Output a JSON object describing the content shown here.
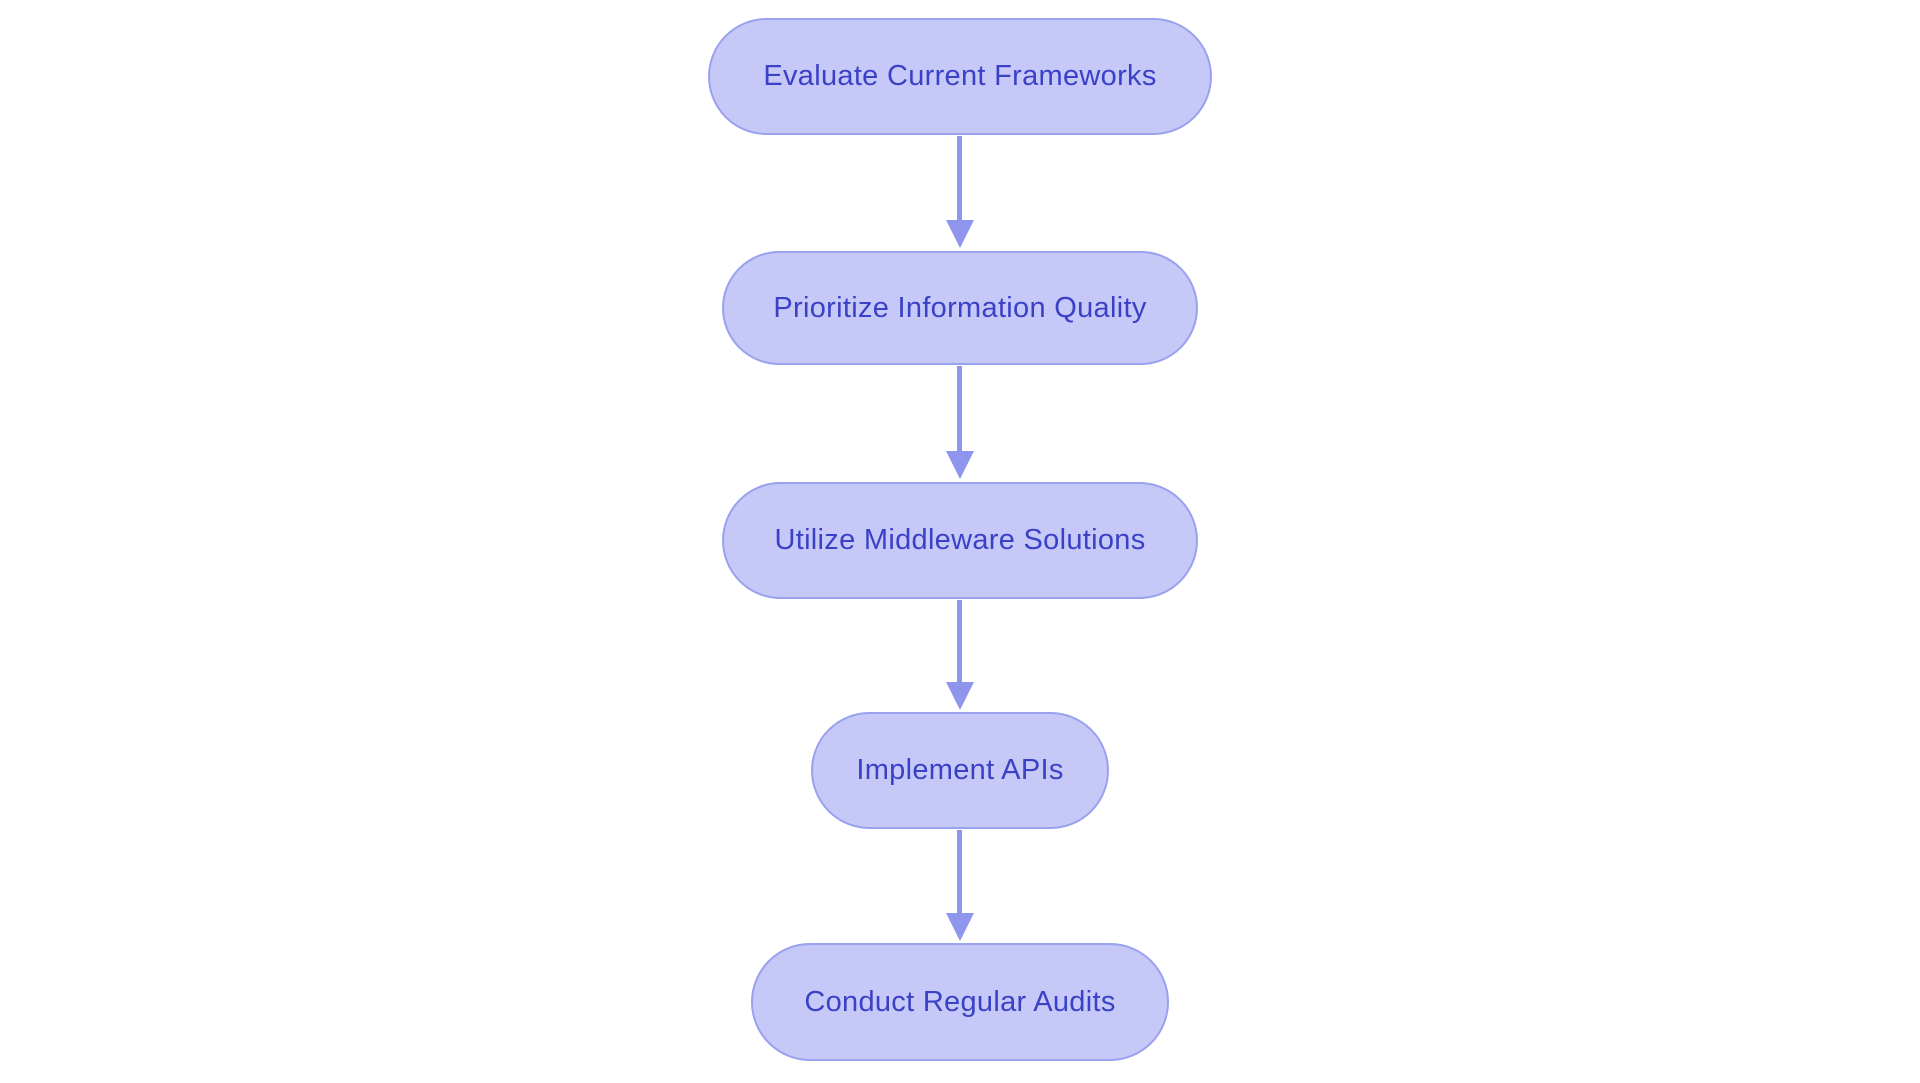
{
  "diagram": {
    "type": "flowchart",
    "direction": "top-down",
    "nodes": [
      {
        "id": "n1",
        "label": "Evaluate Current Frameworks"
      },
      {
        "id": "n2",
        "label": "Prioritize Information Quality"
      },
      {
        "id": "n3",
        "label": "Utilize Middleware Solutions"
      },
      {
        "id": "n4",
        "label": "Implement APIs"
      },
      {
        "id": "n5",
        "label": "Conduct Regular Audits"
      }
    ],
    "edges": [
      {
        "from": "n1",
        "to": "n2"
      },
      {
        "from": "n2",
        "to": "n3"
      },
      {
        "from": "n3",
        "to": "n4"
      },
      {
        "from": "n4",
        "to": "n5"
      }
    ],
    "colors": {
      "background": "#ffffff",
      "node-fill": "#c6c9f7",
      "node-border": "#9aa1ee",
      "node-text": "#3b41c6",
      "arrow": "#8d95ed"
    }
  }
}
